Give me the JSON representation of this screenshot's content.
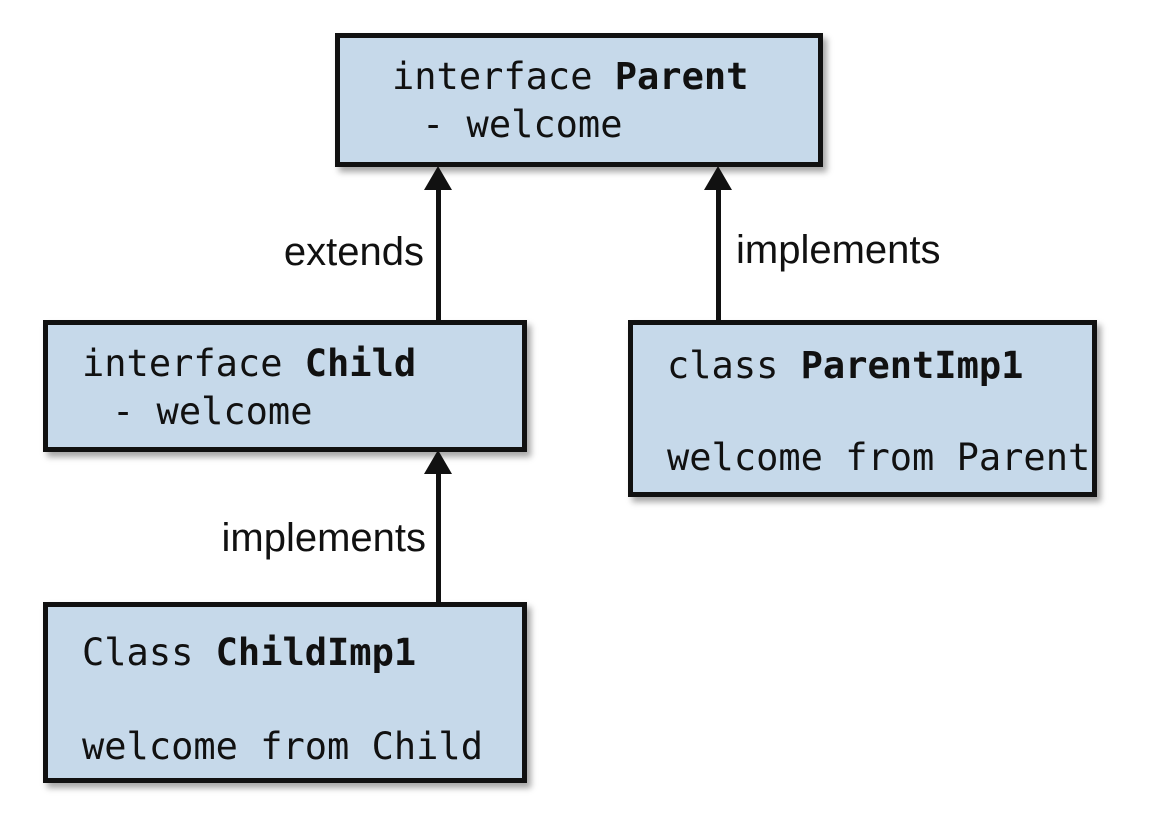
{
  "theme": {
    "background": "#ffffff",
    "node_fill": "#c6d9ea",
    "node_border": "#111111",
    "text_color": "#111111"
  },
  "nodes": {
    "parent": {
      "keyword": "interface",
      "name": "Parent",
      "member": "- welcome"
    },
    "child": {
      "keyword": "interface",
      "name": "Child",
      "member": "- welcome"
    },
    "parent_impl": {
      "keyword": "class",
      "name": "ParentImp1",
      "note": "welcome from Parent"
    },
    "child_impl": {
      "keyword": "Class",
      "name": "ChildImp1",
      "note": "welcome from Child"
    }
  },
  "edges": {
    "child_extends_parent": {
      "label": "extends"
    },
    "parentimpl_implements_parent": {
      "label": "implements"
    },
    "childimpl_implements_child": {
      "label": "implements"
    }
  }
}
